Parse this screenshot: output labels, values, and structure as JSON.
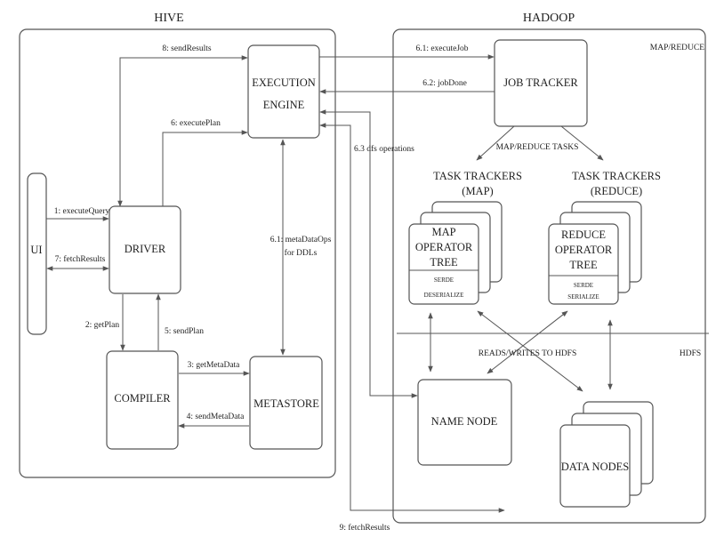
{
  "hive": {
    "title": "HIVE",
    "ui": "UI",
    "driver": "DRIVER",
    "compiler": "COMPILER",
    "metastore": "METASTORE",
    "execution_engine": [
      "EXECUTION",
      "ENGINE"
    ]
  },
  "hadoop": {
    "title": "HADOOP",
    "map_reduce": "MAP/REDUCE",
    "hdfs": "HDFS",
    "job_tracker": "JOB TRACKER",
    "map_reduce_tasks": "MAP/REDUCE TASKS",
    "task_trackers_map": [
      "TASK TRACKERS",
      "(MAP)"
    ],
    "task_trackers_reduce": [
      "TASK TRACKERS",
      "(REDUCE)"
    ],
    "map_tree": [
      "MAP",
      "OPERATOR",
      "TREE"
    ],
    "map_serde": [
      "SERDE",
      "DESERIALIZE"
    ],
    "reduce_tree": [
      "REDUCE",
      "OPERATOR",
      "TREE"
    ],
    "reduce_serde": [
      "SERDE",
      "SERIALIZE"
    ],
    "reads_writes": "READS/WRITES TO HDFS",
    "name_node": "NAME NODE",
    "data_nodes": "DATA NODES"
  },
  "edges": {
    "execute_query": "1: executeQuery",
    "get_plan": "2: getPlan",
    "get_metadata": "3: getMetaData",
    "send_metadata": "4: sendMetaData",
    "send_plan": "5: sendPlan",
    "execute_plan": "6: executePlan",
    "metadata_ops": [
      "6.1: metaDataOps",
      "for DDLs"
    ],
    "execute_job": "6.1: executeJob",
    "job_done": "6.2: jobDone",
    "dfs_ops": "6.3 dfs operations",
    "fetch_results_7": "7: fetchResults",
    "send_results": "8: sendResults",
    "fetch_results_9": "9: fetchResults"
  }
}
